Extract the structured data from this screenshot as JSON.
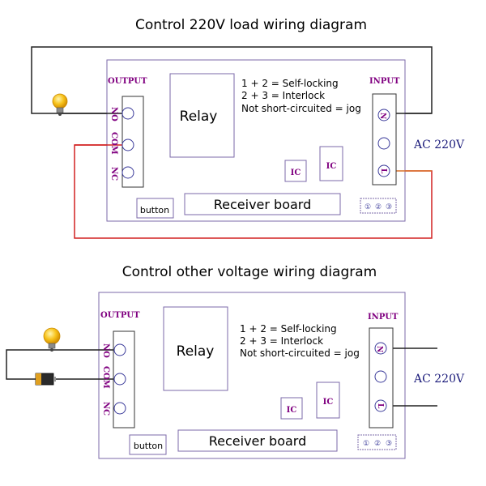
{
  "colors": {
    "board_border": "#7b68a8",
    "label_purple": "#800080",
    "terminal_blue": "#3a3a9a",
    "wire_black": "#222222",
    "wire_red": "#d22020",
    "wire_orange": "#d9702a",
    "ac_text": "#1a1a7a"
  },
  "diagrams": [
    {
      "title": "Control 220V load wiring diagram",
      "output_label": "OUTPUT",
      "input_label": "INPUT",
      "relay_label": "Relay",
      "notes": [
        "1 + 2 = Self-locking",
        "2 + 3 = Interlock",
        "Not short-circuited = jog"
      ],
      "ic_labels": [
        "IC",
        "IC"
      ],
      "receiver_label": "Receiver board",
      "button_label": "button",
      "jumper_labels": [
        "①",
        "②",
        "③"
      ],
      "output_terminals": [
        "NO",
        "COM",
        "NC"
      ],
      "input_terminals": [
        "N",
        "L"
      ],
      "ac_label": "AC 220V"
    },
    {
      "title": "Control other voltage wiring diagram",
      "output_label": "OUTPUT",
      "input_label": "INPUT",
      "relay_label": "Relay",
      "notes": [
        "1 + 2 = Self-locking",
        "2 + 3 = Interlock",
        "Not short-circuited = jog"
      ],
      "ic_labels": [
        "IC",
        "IC"
      ],
      "receiver_label": "Receiver board",
      "button_label": "button",
      "jumper_labels": [
        "①",
        "②",
        "③"
      ],
      "output_terminals": [
        "NO",
        "COM",
        "NC"
      ],
      "input_terminals": [
        "N",
        "L"
      ],
      "ac_label": "AC 220V"
    }
  ]
}
